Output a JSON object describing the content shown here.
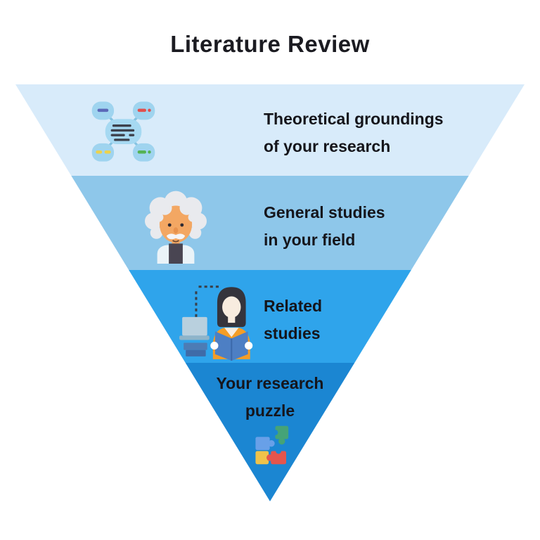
{
  "title": "Literature Review",
  "funnel": {
    "shape": "inverted-triangle",
    "tiers": [
      {
        "icon": "mind-map-icon",
        "color": "#d8ebfa",
        "lines": [
          "Theoretical groundings",
          "of your research"
        ]
      },
      {
        "icon": "einstein-scientist-icon",
        "color": "#8ec7ea",
        "lines": [
          "General studies",
          "in your field"
        ]
      },
      {
        "icon": "reading-person-icon",
        "color": "#2fa4eb",
        "lines": [
          "Related",
          "studies"
        ]
      },
      {
        "icon": "puzzle-pieces-icon",
        "color": "#1b86d2",
        "lines": [
          "Your research",
          "puzzle"
        ]
      }
    ],
    "text_color": "#15151b",
    "icon_palette": {
      "node_blue": "#9fd4ef",
      "dash_purple": "#5b68b8",
      "dash_red": "#e0504e",
      "dash_yellow": "#ecd24e",
      "dash_green": "#55b354",
      "skin_orange": "#f3a763",
      "hair_white": "#e9eaee",
      "coat_white": "#eaf3f8",
      "sweater_dark": "#494552",
      "woman_hair": "#35343c",
      "woman_skin": "#f8ecdf",
      "shirt_orange": "#f49d26",
      "book_blue": "#4d7fc4",
      "puzzle_blue": "#68a0e8",
      "puzzle_green": "#45a377",
      "puzzle_yellow": "#efc24a",
      "puzzle_red": "#e4554d"
    }
  }
}
